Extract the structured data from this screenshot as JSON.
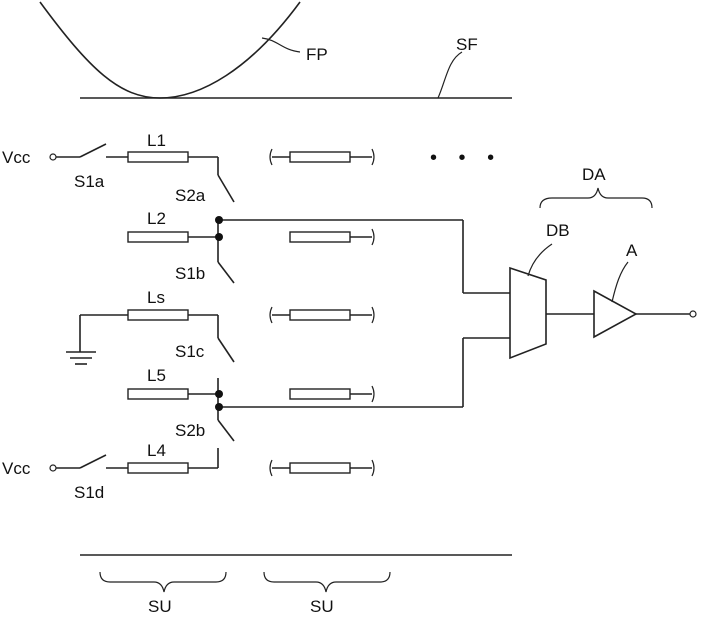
{
  "labels": {
    "fp": "FP",
    "sf": "SF",
    "vcc_top": "Vcc",
    "vcc_bottom": "Vcc",
    "s1a": "S1a",
    "s1d": "S1d",
    "l1": "L1",
    "l2": "L2",
    "ls": "Ls",
    "l5": "L5",
    "l4": "L4",
    "s2a": "S2a",
    "s1b": "S1b",
    "s1c": "S1c",
    "s2b": "S2b",
    "ellipsis": "• • •",
    "da": "DA",
    "db": "DB",
    "a": "A",
    "su_left": "SU",
    "su_right": "SU"
  }
}
